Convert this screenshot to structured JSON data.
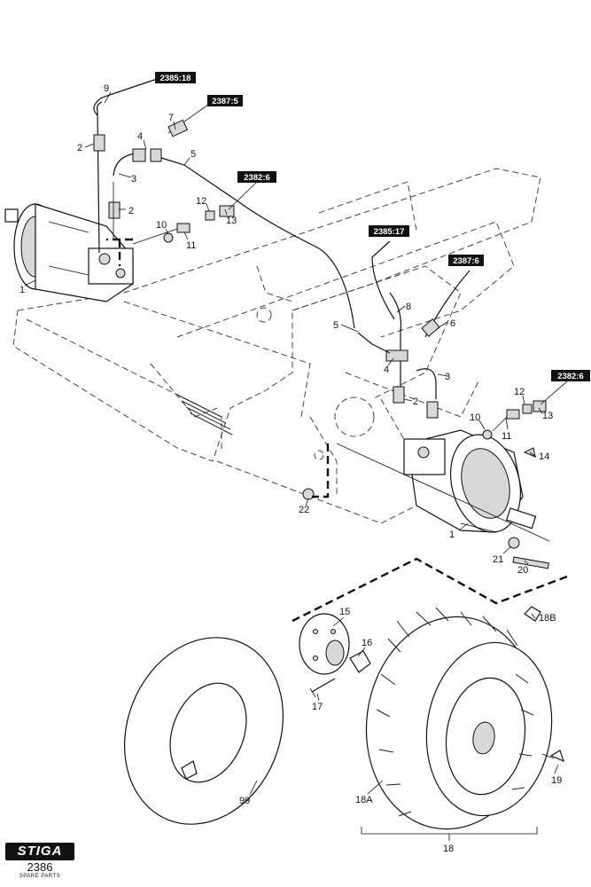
{
  "refs": {
    "r1": "2385:18",
    "r2": "2387:5",
    "r3": "2382:6",
    "r4": "2385:17",
    "r5": "2387:6",
    "r6": "2382:6"
  },
  "labels": {
    "p1a": "1",
    "p1b": "1",
    "p2a": "2",
    "p2b": "2",
    "p2c": "2",
    "p3a": "3",
    "p3b": "3",
    "p4a": "4",
    "p4b": "4",
    "p5a": "5",
    "p5b": "5",
    "p6": "6",
    "p7": "7",
    "p8": "8",
    "p9": "9",
    "p10a": "10",
    "p10b": "10",
    "p11a": "11",
    "p11b": "11",
    "p12a": "12",
    "p12b": "12",
    "p13a": "13",
    "p13b": "13",
    "p14": "14",
    "p15": "15",
    "p16": "16",
    "p17": "17",
    "p18": "18",
    "p18a": "18A",
    "p18b": "18B",
    "p19": "19",
    "p20": "20",
    "p21": "21",
    "p22": "22",
    "p99": "99"
  },
  "logo": {
    "brand": "STIGA",
    "number": "2386",
    "subtitle": "SPARE PARTS"
  }
}
